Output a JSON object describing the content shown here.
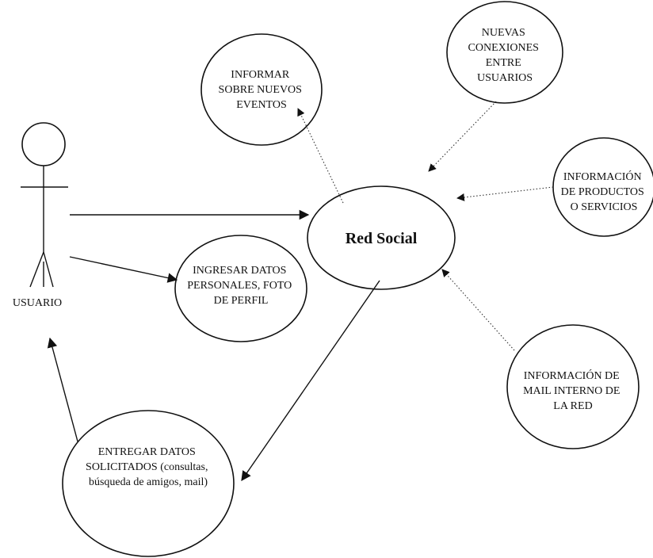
{
  "actor": {
    "label": "USUARIO"
  },
  "system": {
    "label": "Red Social"
  },
  "use_cases": {
    "informar": [
      "INFORMAR",
      "SOBRE NUEVOS",
      "EVENTOS"
    ],
    "conexiones": [
      "NUEVAS",
      "CONEXIONES",
      "ENTRE",
      "USUARIOS"
    ],
    "productos": [
      "INFORMACIÓN",
      "DE PRODUCTOS",
      "O SERVICIOS"
    ],
    "ingresar": [
      "INGRESAR DATOS",
      "PERSONALES, FOTO",
      "DE PERFIL"
    ],
    "mail_interno": [
      "INFORMACIÓN DE",
      "MAIL INTERNO DE",
      "LA RED"
    ],
    "entregar": [
      "ENTREGAR DATOS",
      "SOLICITADOS (consultas,",
      "búsqueda de amigos, mail)"
    ]
  }
}
